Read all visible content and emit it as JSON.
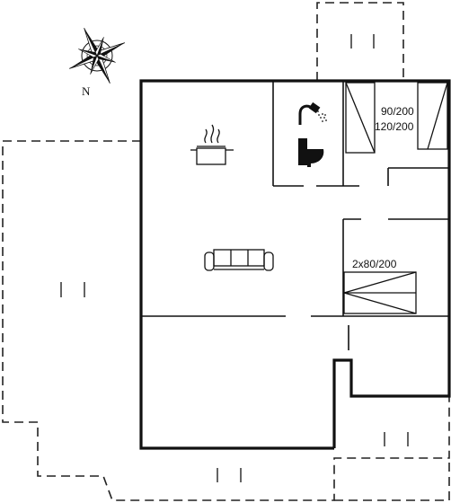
{
  "compass": {
    "north_label": "N",
    "icon": "compass-rose-icon"
  },
  "rooms": {
    "kitchen": {
      "icon": "cooking-pot-icon"
    },
    "living": {
      "icon": "sofa-icon"
    },
    "bathroom": {
      "icons": [
        "shower-icon",
        "toilet-icon"
      ]
    }
  },
  "beds": {
    "upper_right": {
      "label_1": "90/200",
      "label_2": "120/200",
      "icon": "bed-icon"
    },
    "right": {
      "label": "2x80/200",
      "icon": "bed-icon"
    }
  },
  "outdoor": {
    "terrace_icon": "terrace-marker-icon"
  },
  "colors": {
    "wall": "#111111",
    "dashed": "#222222",
    "background": "#ffffff"
  }
}
